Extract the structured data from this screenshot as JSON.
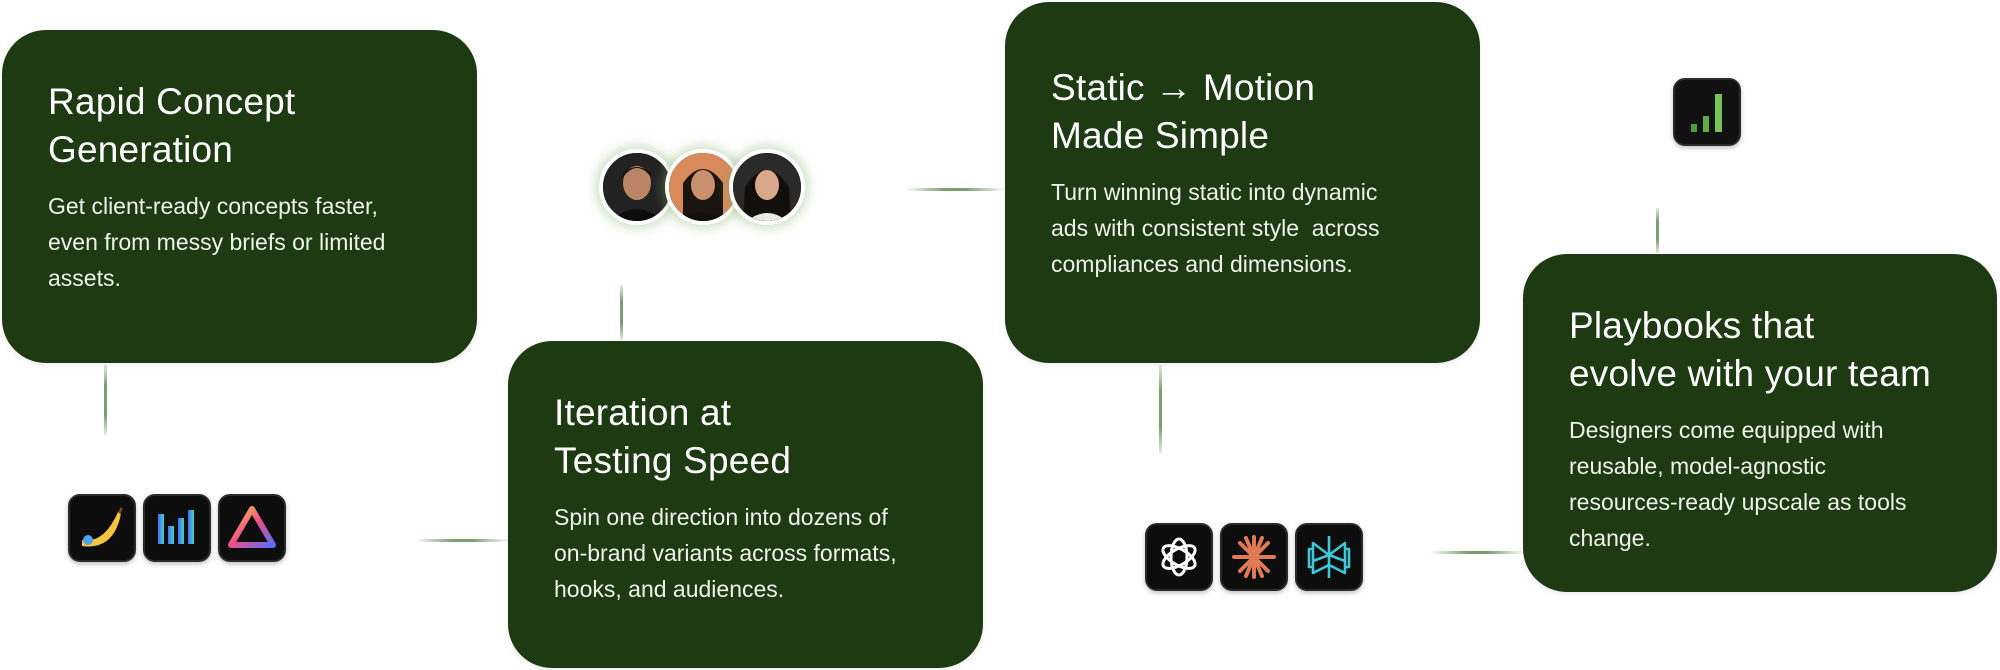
{
  "cards": [
    {
      "title_line1": "Rapid Concept",
      "title_line2": "Generation",
      "body": "Get client-ready concepts faster,\neven from messy briefs or limited\nassets."
    },
    {
      "title_line1": "Iteration at",
      "title_line2": "Testing Speed",
      "body": "Spin one direction into dozens of\non-brand variants across formats,\nhooks, and audiences."
    },
    {
      "title_line1": "Static → Motion",
      "title_line2": "Made Simple",
      "body": "Turn winning static into dynamic\nads with consistent style  across\ncompliances and dimensions."
    },
    {
      "title_line1": "Playbooks that",
      "title_line2": "evolve with your team",
      "body": "Designers come equipped with\nreusable, model-agnostic\nresources-ready upscale as tools\nchange."
    }
  ],
  "icons": {
    "group_left": [
      "banana-icon",
      "bar-chart-icon",
      "triangle-icon"
    ],
    "group_right": [
      "openai-icon",
      "starburst-icon",
      "perplexity-icon"
    ],
    "single": "signal-bars-icon"
  },
  "avatars": [
    "avatar-man",
    "avatar-woman-1",
    "avatar-woman-2"
  ],
  "colors": {
    "card_bg": "#1e3a12",
    "connector": "#7a9e6e",
    "text": "#ffffff"
  }
}
